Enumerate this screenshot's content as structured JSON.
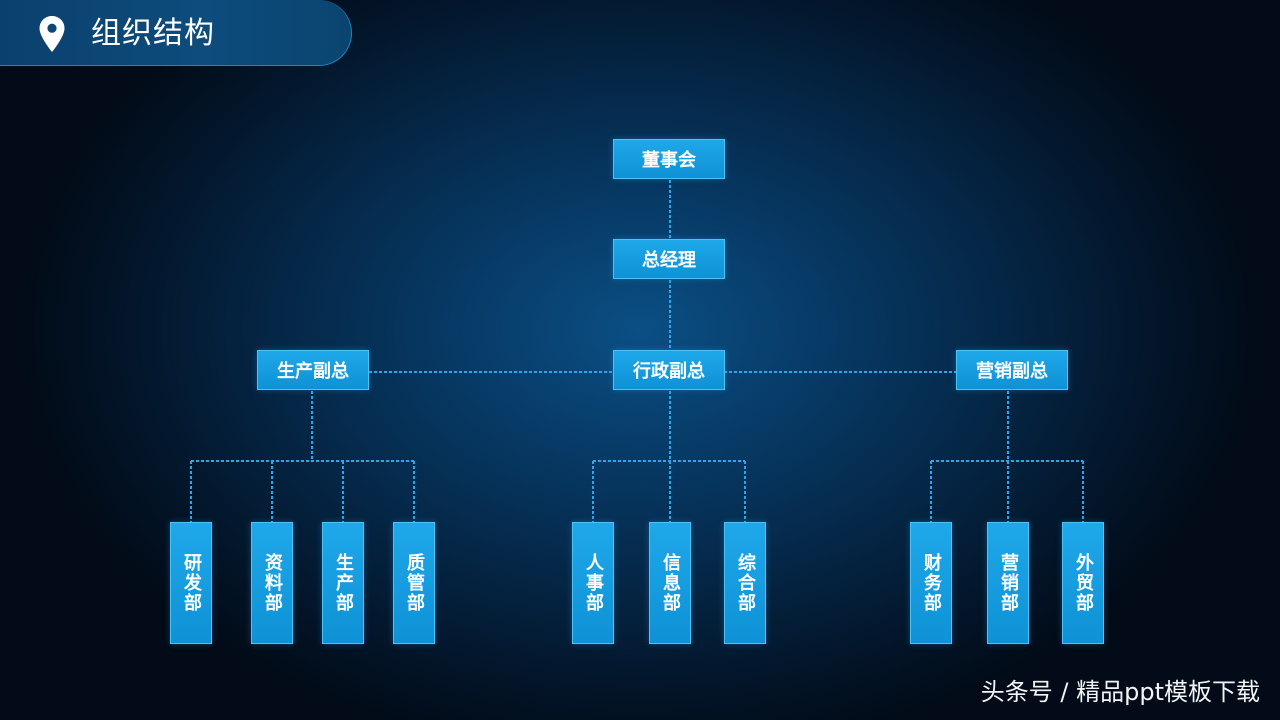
{
  "header": {
    "title": "组织结构",
    "icon": "location-pin-icon"
  },
  "colors": {
    "background": "#063a66",
    "node_fill": "#1399dd",
    "connector": "#2aa7ea",
    "text": "#ffffff"
  },
  "org": {
    "board": "董事会",
    "gm": "总经理",
    "vps": [
      {
        "label": "生产副总",
        "departments": [
          "研发部",
          "资料部",
          "生产部",
          "质管部"
        ]
      },
      {
        "label": "行政副总",
        "departments": [
          "人事部",
          "信息部",
          "综合部"
        ]
      },
      {
        "label": "营销副总",
        "departments": [
          "财务部",
          "营销部",
          "外贸部"
        ]
      }
    ]
  },
  "watermark": "头条号 / 精品ppt模板下载"
}
